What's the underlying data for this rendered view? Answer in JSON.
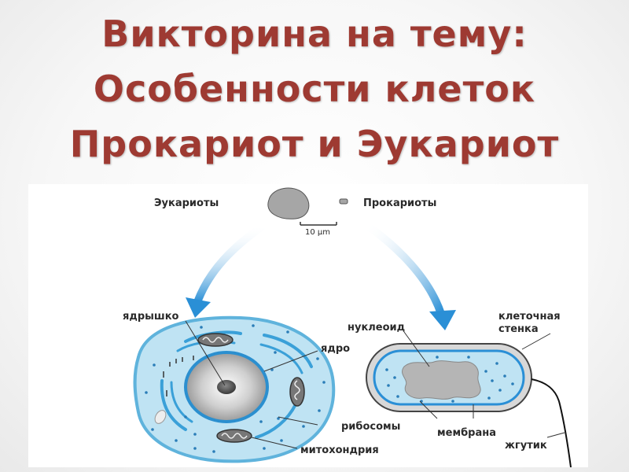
{
  "title": {
    "line1": "Викторина на тему:",
    "line2": "Особенности клеток",
    "line3": "Прокариот и Эукариот"
  },
  "diagram": {
    "eukaryotes": "Эукариоты",
    "prokaryotes": "Прокариоты",
    "scale": "10 μm",
    "nucleolus": "ядрышко",
    "nucleus": "ядро",
    "ribosomes": "рибосомы",
    "mitochondria": "митохондрия",
    "nucleoid": "нуклеоид",
    "cell_wall_1": "клеточная",
    "cell_wall_2": "стенка",
    "membrane": "мембрана",
    "flagellum": "жгутик"
  },
  "colors": {
    "title": "#9e3a32",
    "cytoplasm": "#bfe3f3",
    "membrane": "#5fb3dc",
    "arrow": "#2a8fd6"
  }
}
